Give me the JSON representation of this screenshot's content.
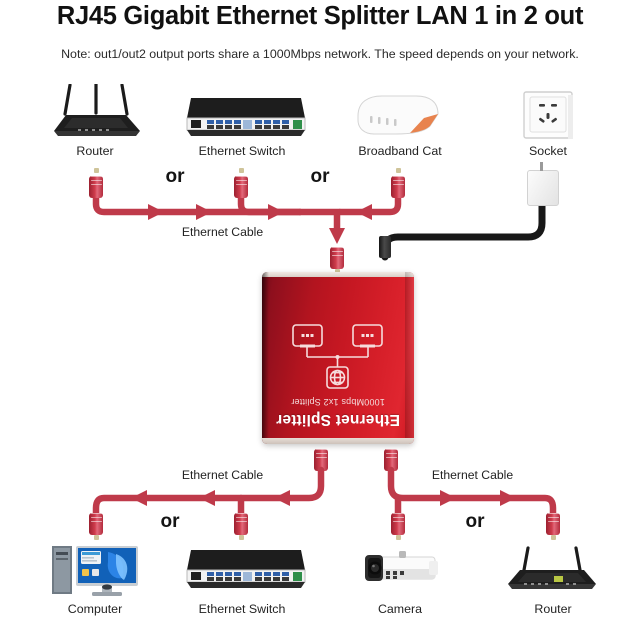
{
  "header": {
    "title": "RJ45 Gigabit Ethernet Splitter LAN 1 in 2 out",
    "note": "Note: out1/out2 output ports share a 1000Mbps network. The speed depends on your network."
  },
  "colors": {
    "cable_red": "#bf3a4a",
    "cable_red_dark": "#9c2030",
    "splitter_red_dark": "#7a0b18",
    "splitter_red_bright": "#d8202a",
    "power_cable_black": "#181818",
    "text": "#232323",
    "background": "#ffffff"
  },
  "top_devices": [
    {
      "name": "router",
      "label": "Router"
    },
    {
      "name": "ethernet-switch",
      "label": "Ethernet Switch"
    },
    {
      "name": "broadband-cat",
      "label": "Broadband Cat"
    },
    {
      "name": "socket",
      "label": "Socket"
    }
  ],
  "bottom_devices": [
    {
      "name": "computer",
      "label": "Computer"
    },
    {
      "name": "ethernet-switch",
      "label": "Ethernet Switch"
    },
    {
      "name": "camera",
      "label": "Camera"
    },
    {
      "name": "router",
      "label": "Router"
    }
  ],
  "top_or_labels": [
    "or",
    "or"
  ],
  "bottom_or_labels": [
    "or",
    "or"
  ],
  "cable_labels": {
    "input": "Ethernet Cable",
    "output_left": "Ethernet Cable",
    "output_right": "Ethernet Cable"
  },
  "splitter": {
    "brand": "Ethernet Splitter",
    "subtitle": "1000Mbps 1x2 Splitter",
    "faceplate_icons": [
      "device-box-icon",
      "device-box-icon",
      "globe-icon"
    ]
  }
}
